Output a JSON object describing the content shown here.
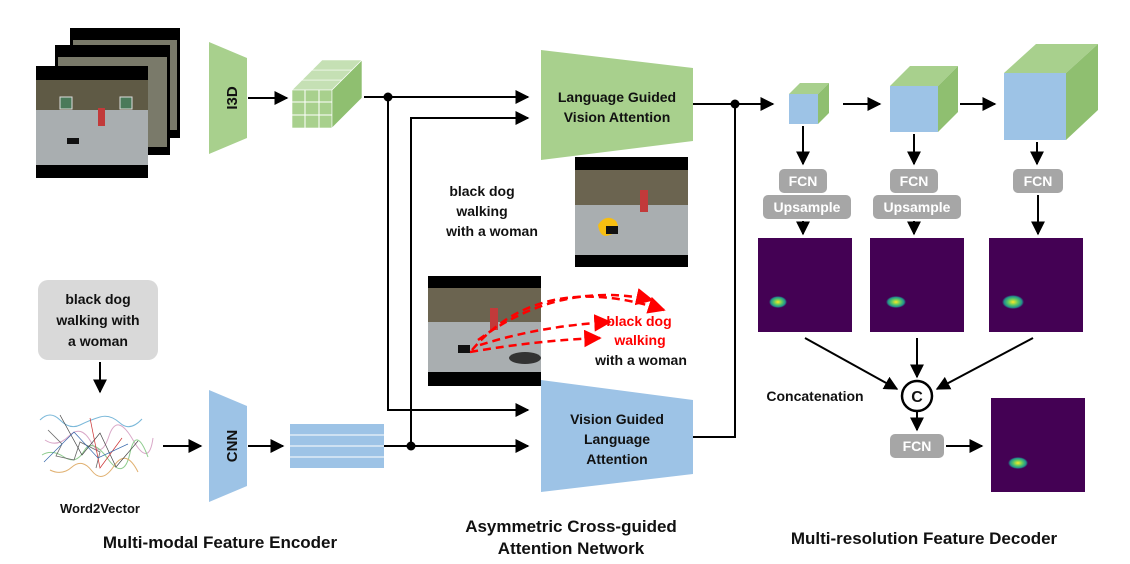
{
  "colors": {
    "green": "#a8d08d",
    "blue": "#9dc3e6",
    "gray_box": "#a6a6a6",
    "light_gray_box": "#d9d9d9",
    "heatmap_bg": "#440154",
    "red": "#ff0000",
    "arrow": "#000000"
  },
  "encoder": {
    "i3d_label": "I3D",
    "cnn_label": "CNN",
    "query_text": [
      "black dog",
      "walking with",
      "a woman"
    ],
    "word2vec_label": "Word2Vector",
    "section_title": "Multi-modal Feature Encoder"
  },
  "attention": {
    "lgva_label": [
      "Language Guided",
      "Vision Attention"
    ],
    "vgla_label": [
      "Vision Guided",
      "Language",
      "Attention"
    ],
    "caption_black": [
      "black dog",
      "walking",
      "with a woman"
    ],
    "caption_red": [
      "black dog",
      "walking"
    ],
    "caption_tail": "with a woman",
    "section_title": [
      "Asymmetric Cross-guided",
      "Attention Network"
    ]
  },
  "decoder": {
    "fcn_label": "FCN",
    "upsample_label": "Upsample",
    "concat_label": "Concatenation",
    "concat_symbol": "C",
    "final_fcn_label": "FCN",
    "section_title": "Multi-resolution Feature Decoder"
  }
}
